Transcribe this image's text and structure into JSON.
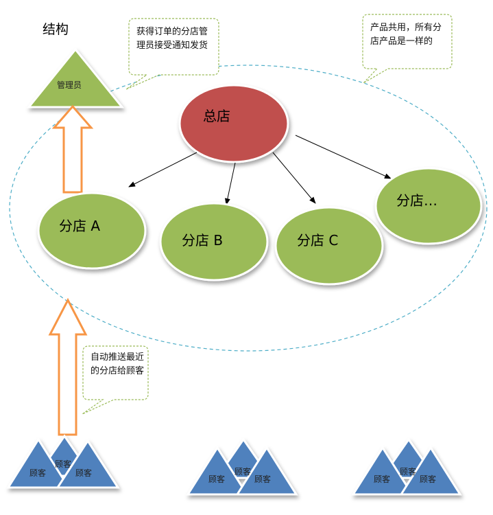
{
  "title": "结构",
  "admin": {
    "label": "管理员"
  },
  "hq": {
    "label": "总店"
  },
  "branches": [
    {
      "label": "分店 A"
    },
    {
      "label": "分店 B"
    },
    {
      "label": "分店 C"
    },
    {
      "label": "分店…"
    }
  ],
  "callouts": {
    "admin_notice": "获得订单的分店管理员接受通知发货",
    "shared_products": "产品共用，所有分店产品是一样的",
    "auto_push": "自动推送最近的分店给顾客"
  },
  "customer_groups": [
    {
      "labels": [
        "顾客",
        "顾客",
        "顾客"
      ]
    },
    {
      "labels": [
        "顾客",
        "顾客",
        "顾客"
      ]
    },
    {
      "labels": [
        "顾客",
        "顾客",
        "顾客"
      ]
    }
  ],
  "colors": {
    "hq_fill": "#c0504d",
    "branch_fill": "#9bbb59",
    "admin_fill": "#9bbb59",
    "customer_fill": "#4f81bd",
    "arrow_outline": "#f79646",
    "dashed_ellipse": "#4bacc6",
    "callout_border": "#9bbb59"
  }
}
